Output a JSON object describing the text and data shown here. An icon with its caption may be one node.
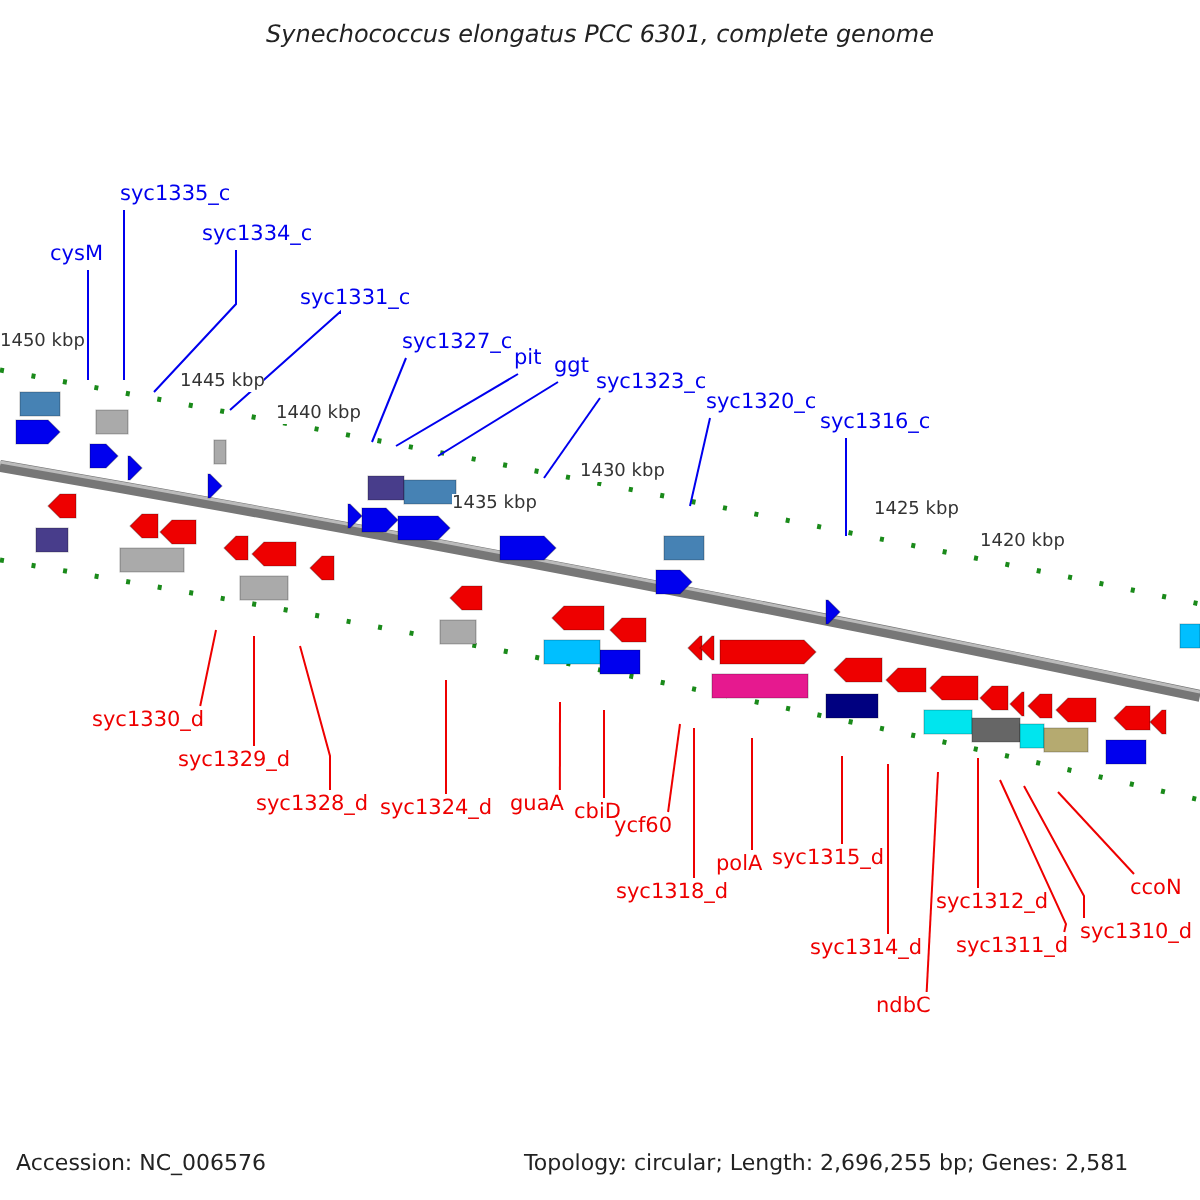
{
  "diagram": {
    "title": "Synechococcus elongatus PCC 6301, complete genome",
    "nodes": [
      {
        "text": [
          "cysM"
        ]
      },
      {
        "text": [
          "syc1335_c"
        ]
      },
      {
        "text": [
          "syc1334_c"
        ]
      },
      {
        "text": [
          "syc1331_c"
        ]
      },
      {
        "text": [
          "syc1327_c"
        ]
      },
      {
        "text": [
          "pit"
        ]
      },
      {
        "text": [
          "ggt"
        ]
      },
      {
        "text": [
          "syc1323_c"
        ]
      },
      {
        "text": [
          "syc1320_c"
        ]
      },
      {
        "text": [
          "syc1316_c"
        ]
      },
      {
        "text": [
          "syc1330_d"
        ]
      },
      {
        "text": [
          "syc1329_d"
        ]
      },
      {
        "text": [
          "syc1328_d"
        ]
      },
      {
        "text": [
          "syc1324_d"
        ]
      },
      {
        "text": [
          "guaA"
        ]
      },
      {
        "text": [
          "cbiD"
        ]
      },
      {
        "text": [
          "ycf60"
        ]
      },
      {
        "text": [
          "syc1318_d"
        ]
      },
      {
        "text": [
          "polA"
        ]
      },
      {
        "text": [
          "syc1315_d"
        ]
      },
      {
        "text": [
          "syc1314_d"
        ]
      },
      {
        "text": [
          "ndbC"
        ]
      },
      {
        "text": [
          "syc1312_d"
        ]
      },
      {
        "text": [
          "syc1311_d"
        ]
      },
      {
        "text": [
          "syc1310_d"
        ]
      },
      {
        "text": [
          "ccoN"
        ]
      }
    ],
    "edges": [
      {
        "from": 0,
        "to": null,
        "arrow": "none",
        "color": "#0000ee"
      },
      {
        "from": 1,
        "to": null,
        "arrow": "none",
        "color": "#0000ee"
      },
      {
        "from": 2,
        "to": null,
        "arrow": "none",
        "color": "#0000ee"
      },
      {
        "from": 3,
        "to": null,
        "arrow": "none",
        "color": "#0000ee"
      },
      {
        "from": 4,
        "to": null,
        "arrow": "none",
        "color": "#0000ee"
      },
      {
        "from": 5,
        "to": null,
        "arrow": "none",
        "color": "#0000ee"
      },
      {
        "from": 6,
        "to": null,
        "arrow": "none",
        "color": "#0000ee"
      },
      {
        "from": 7,
        "to": null,
        "arrow": "none",
        "color": "#0000ee"
      },
      {
        "from": 8,
        "to": null,
        "arrow": "none",
        "color": "#0000ee"
      },
      {
        "from": 9,
        "to": null,
        "arrow": "none",
        "color": "#0000ee"
      },
      {
        "from": 10,
        "to": null,
        "arrow": "none"
      },
      {
        "from": 11,
        "to": null,
        "arrow": "none"
      },
      {
        "from": 12,
        "to": null,
        "arrow": "none"
      },
      {
        "from": 13,
        "to": null,
        "arrow": "none"
      },
      {
        "from": 14,
        "to": null,
        "arrow": "none"
      },
      {
        "from": 15,
        "to": null,
        "arrow": "none"
      },
      {
        "from": 16,
        "to": null,
        "arrow": "none"
      },
      {
        "from": 17,
        "to": null,
        "arrow": "none"
      },
      {
        "from": 18,
        "to": null,
        "arrow": "none"
      },
      {
        "from": 19,
        "to": null,
        "arrow": "none"
      },
      {
        "from": 20,
        "to": null,
        "arrow": "none"
      },
      {
        "from": 21,
        "to": null,
        "arrow": "none"
      },
      {
        "from": 22,
        "to": null,
        "arrow": "none"
      },
      {
        "from": 23,
        "to": null,
        "arrow": "none"
      },
      {
        "from": 24,
        "to": null,
        "arrow": "none"
      },
      {
        "from": 25,
        "to": null,
        "arrow": "none"
      }
    ],
    "labels": [
      "1450 kbp",
      "1445 kbp",
      "1440 kbp",
      "1435 kbp",
      "1430 kbp",
      "1425 kbp",
      "1420 kbp",
      "Accession: NC_006576",
      "Topology: circular; Length: 2,696,255 bp; Genes: 2,581"
    ]
  }
}
